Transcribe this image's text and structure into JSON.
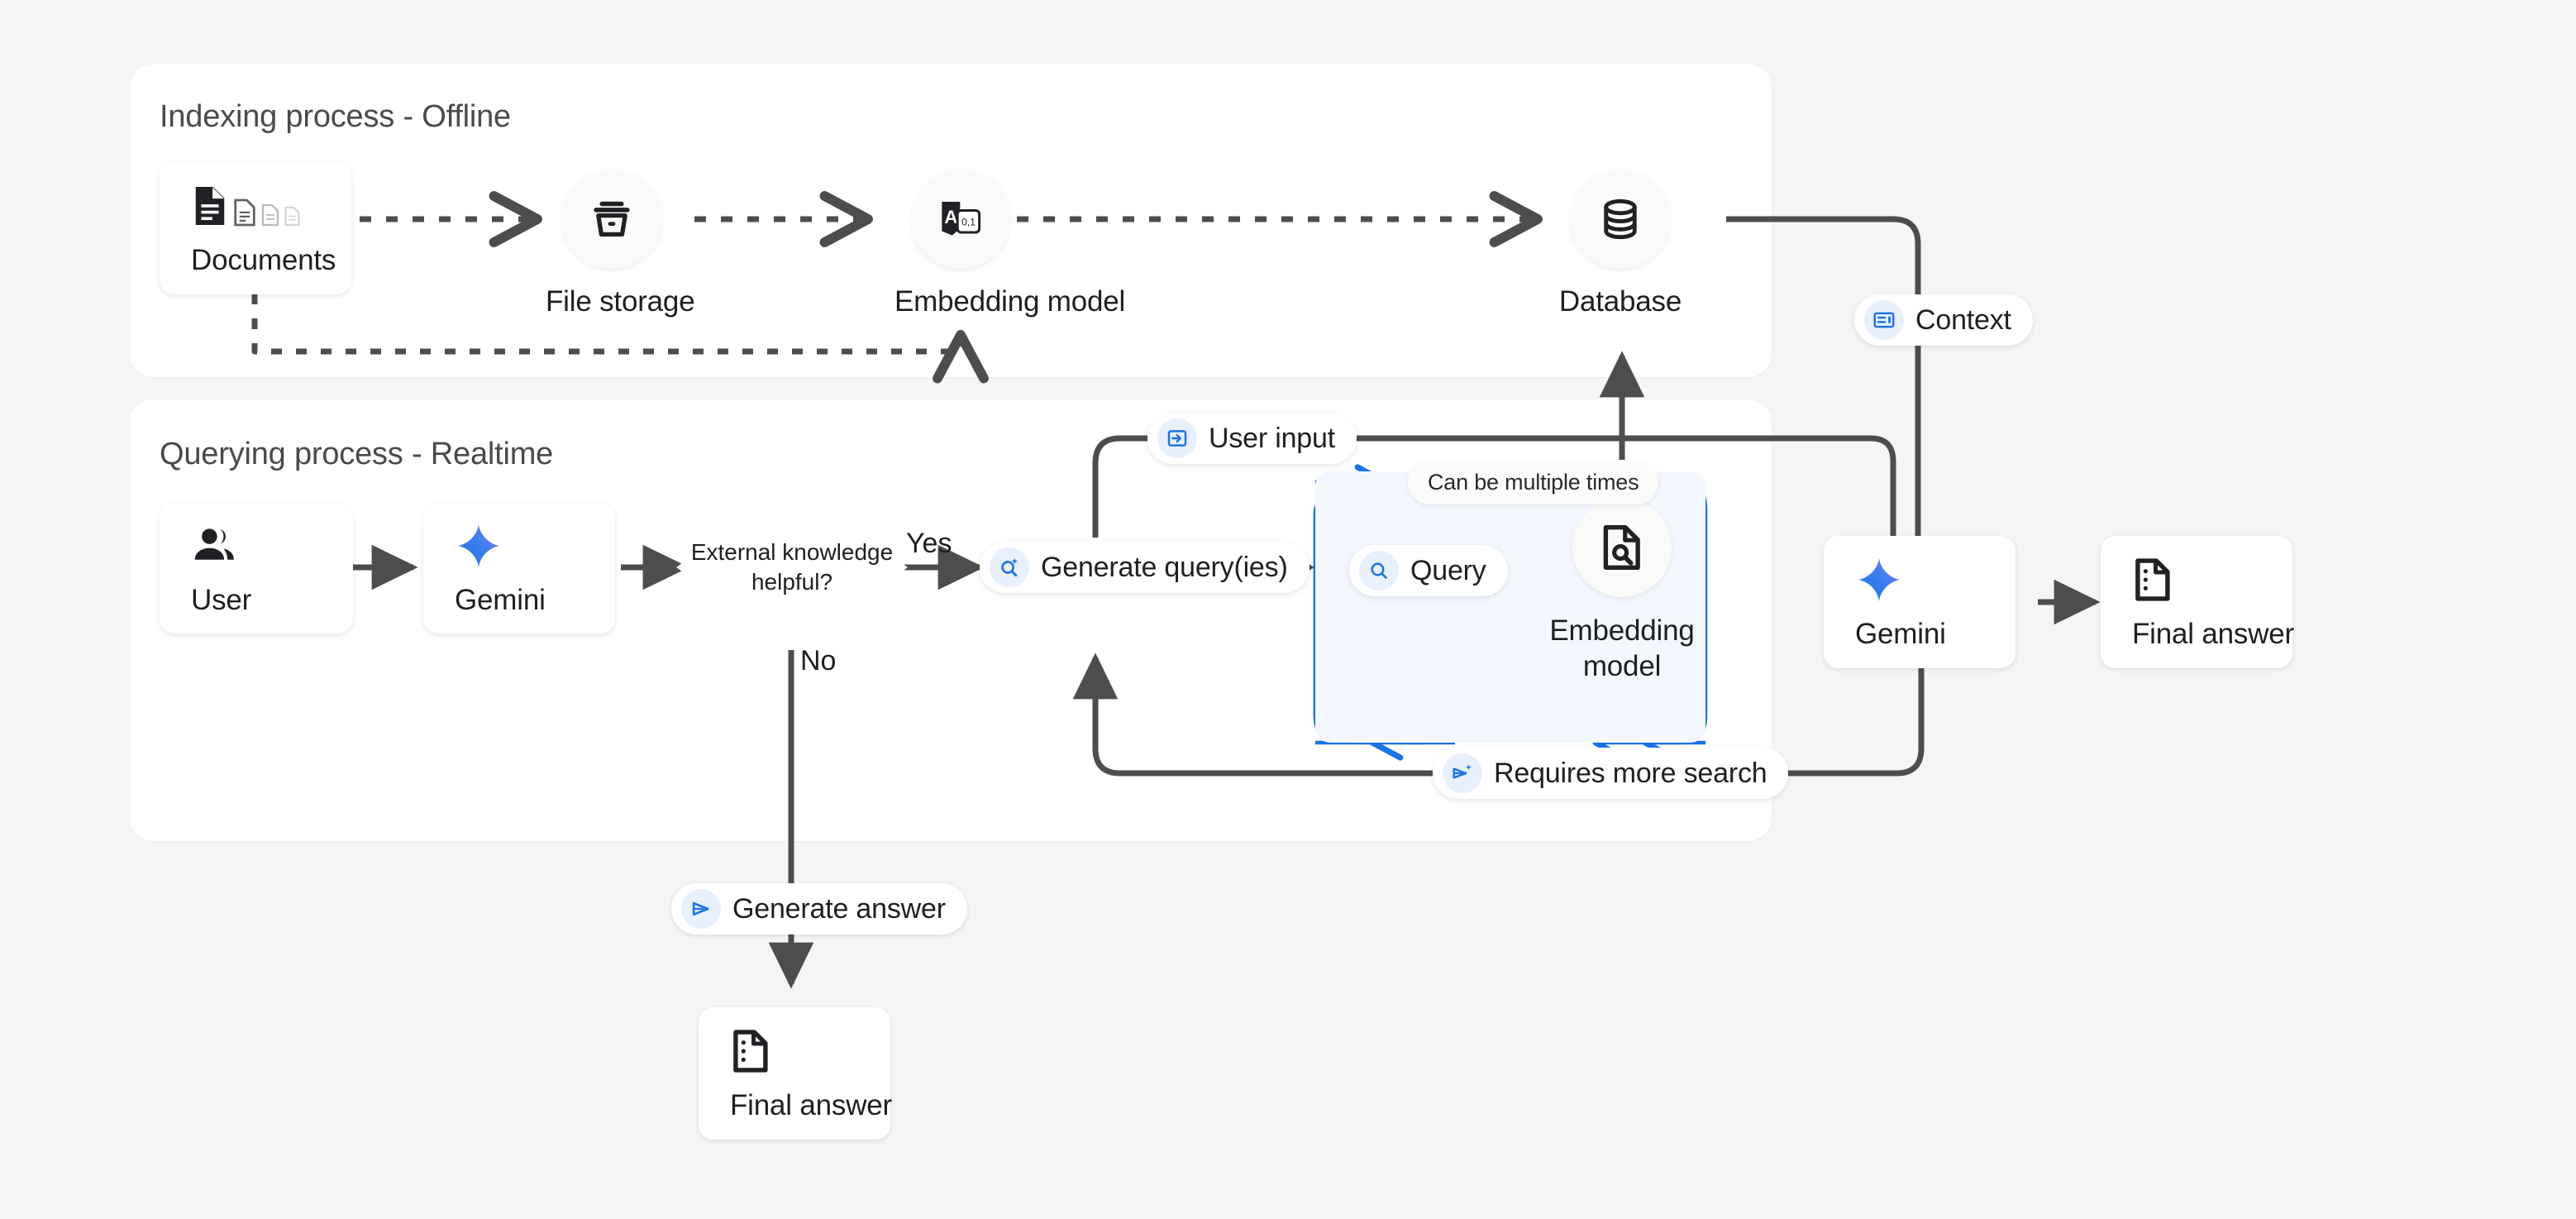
{
  "canvas": {
    "background": "#f5f6f4"
  },
  "colors": {
    "panel_bg": "#ffffff",
    "loop_box_bg": "#f3f7fe",
    "loop_arrow": "#1a73e8",
    "chip_icon_bg": "#e8f0fe",
    "chip_icon_fg": "#1a73e8",
    "edge": "#4d4d4d",
    "text": "#1f1f1f",
    "title_text": "#4a4a4a",
    "gemini_gradient_from": "#1b72e8",
    "gemini_gradient_to": "#9b72f0"
  },
  "panels": [
    {
      "id": "indexing",
      "title": "Indexing process - Offline"
    },
    {
      "id": "querying",
      "title": "Querying process - Realtime"
    }
  ],
  "indexing": {
    "nodes": [
      {
        "id": "documents",
        "label": "Documents",
        "icon": "documents-icon",
        "shape": "card"
      },
      {
        "id": "file-storage",
        "label": "File storage",
        "icon": "archive-box-icon",
        "shape": "circle"
      },
      {
        "id": "embedding-model",
        "label": "Embedding model",
        "icon": "text-to-vector-icon",
        "shape": "circle"
      },
      {
        "id": "database",
        "label": "Database",
        "icon": "database-icon",
        "shape": "circle"
      }
    ]
  },
  "querying": {
    "nodes": [
      {
        "id": "user",
        "label": "User",
        "icon": "users-icon",
        "shape": "card"
      },
      {
        "id": "gemini-left",
        "label": "Gemini",
        "icon": "gemini-sparkle-icon",
        "shape": "card"
      },
      {
        "id": "decision",
        "label": "External knowledge helpful?",
        "shape": "diamond"
      },
      {
        "id": "embedding-model-query",
        "label": "Embedding model",
        "icon": "document-search-icon",
        "shape": "circle"
      },
      {
        "id": "gemini-right",
        "label": "Gemini",
        "icon": "gemini-sparkle-icon",
        "shape": "card"
      },
      {
        "id": "final-answer-right",
        "label": "Final answer",
        "icon": "answer-doc-icon",
        "shape": "card"
      },
      {
        "id": "final-answer-bottom",
        "label": "Final answer",
        "icon": "answer-doc-icon",
        "shape": "card"
      }
    ],
    "chips": [
      {
        "id": "user-input",
        "label": "User input",
        "icon": "input-arrow-icon"
      },
      {
        "id": "context",
        "label": "Context",
        "icon": "context-card-icon"
      },
      {
        "id": "generate-queries",
        "label": "Generate query(ies)",
        "icon": "search-sparkle-icon"
      },
      {
        "id": "query",
        "label": "Query",
        "icon": "search-icon"
      },
      {
        "id": "requires-more-search",
        "label": "Requires more search",
        "icon": "send-sparkle-icon"
      },
      {
        "id": "generate-answer",
        "label": "Generate answer",
        "icon": "send-icon"
      },
      {
        "id": "can-be-multiple-times",
        "label": "Can be multiple times",
        "icon": "none"
      }
    ],
    "edge_labels": [
      {
        "id": "yes",
        "label": "Yes"
      },
      {
        "id": "no",
        "label": "No"
      }
    ]
  }
}
